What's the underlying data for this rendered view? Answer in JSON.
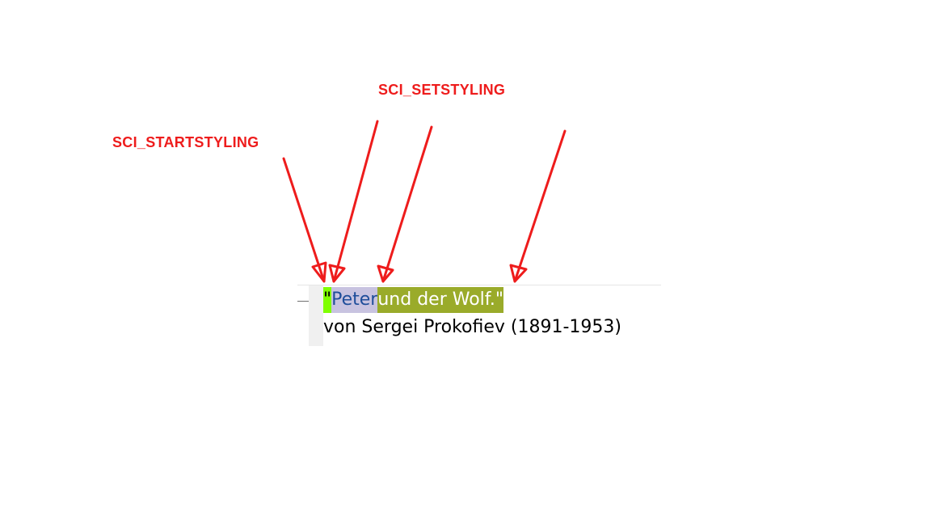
{
  "annotations": {
    "start_label": "SCI_STARTSTYLING",
    "set_label": "SCI_SETSTYLING",
    "arrow_color": "#ee1c1c"
  },
  "editor": {
    "line1": {
      "runs": [
        {
          "text": "\"",
          "background": "#7fff00",
          "color": "#000000"
        },
        {
          "text": "Peter",
          "background": "#c8c3e0",
          "color": "#1f4e9a"
        },
        {
          "text": " und der Wolf.\"",
          "background": "#9aab2a",
          "color": "#ffffff"
        }
      ]
    },
    "line2": "von Sergei Prokofiev (1891-1953)"
  }
}
